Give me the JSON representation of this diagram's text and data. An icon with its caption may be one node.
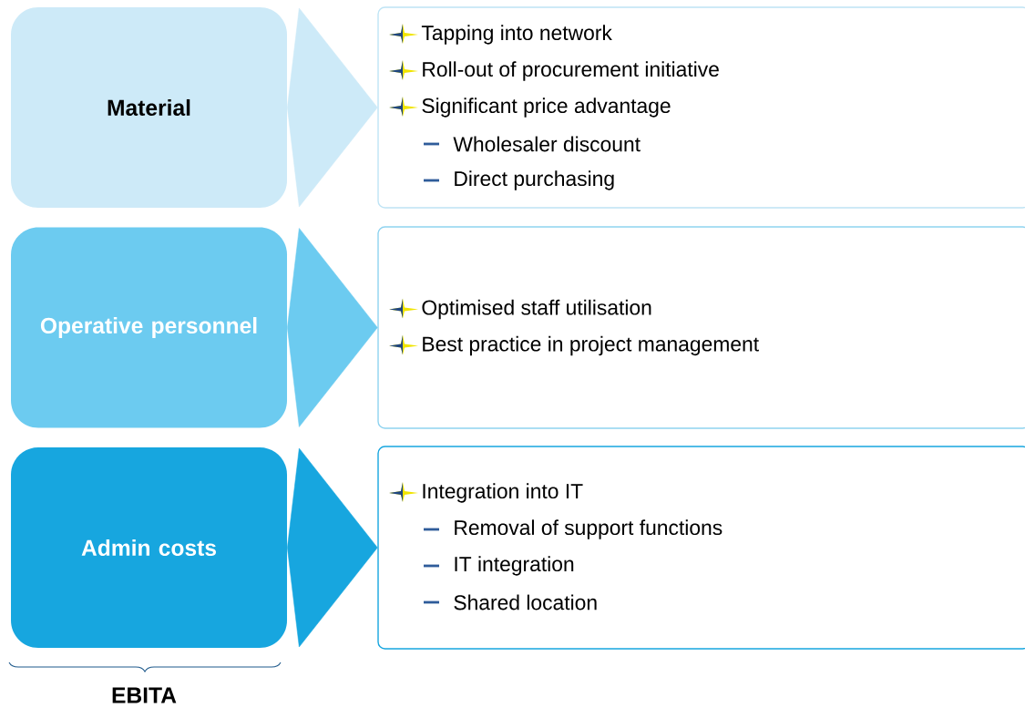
{
  "diagram": {
    "nodes": [
      {
        "text": [
          "Material"
        ]
      },
      {
        "text": [
          "Operative personnel"
        ]
      },
      {
        "text": [
          "Admin costs"
        ]
      },
      {
        "text": [
          "Tapping into network",
          "Roll-out of procurement initiative",
          "Significant price advantage",
          "Wholesaler discount",
          "Direct purchasing"
        ]
      },
      {
        "text": [
          "Optimised staff utilisation",
          "Best practice in project management"
        ]
      },
      {
        "text": [
          "Integration into IT",
          "Removal of support functions",
          "IT integration",
          "Shared location"
        ]
      }
    ],
    "edges": [
      {
        "from": 0,
        "to": 3,
        "arrow": "to",
        "color": "#cdeaf8"
      },
      {
        "from": 1,
        "to": 4,
        "arrow": "to",
        "color": "#6ccbf0"
      },
      {
        "from": 2,
        "to": 5,
        "arrow": "to",
        "color": "#17a6df"
      }
    ],
    "labels": [
      "EBITA"
    ]
  }
}
